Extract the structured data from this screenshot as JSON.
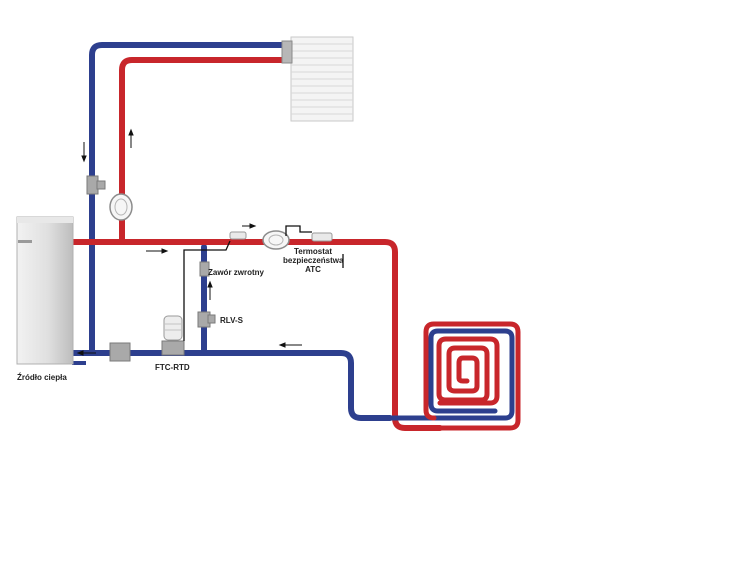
{
  "colors": {
    "supply": "#c8262b",
    "return": "#2d3f8e",
    "background": "#ffffff",
    "metal": "#9a9a9a",
    "boiler": "#dcdcdc"
  },
  "labels": {
    "heat_source": "Źródło ciepła",
    "check_valve": "Zawór zwrotny",
    "rlv": "RLV-S",
    "ftc": "FTC-RTD",
    "thermostat_line1": "Termostat",
    "thermostat_line2": "bezpieczeństwa",
    "thermostat_line3": "ATC"
  }
}
